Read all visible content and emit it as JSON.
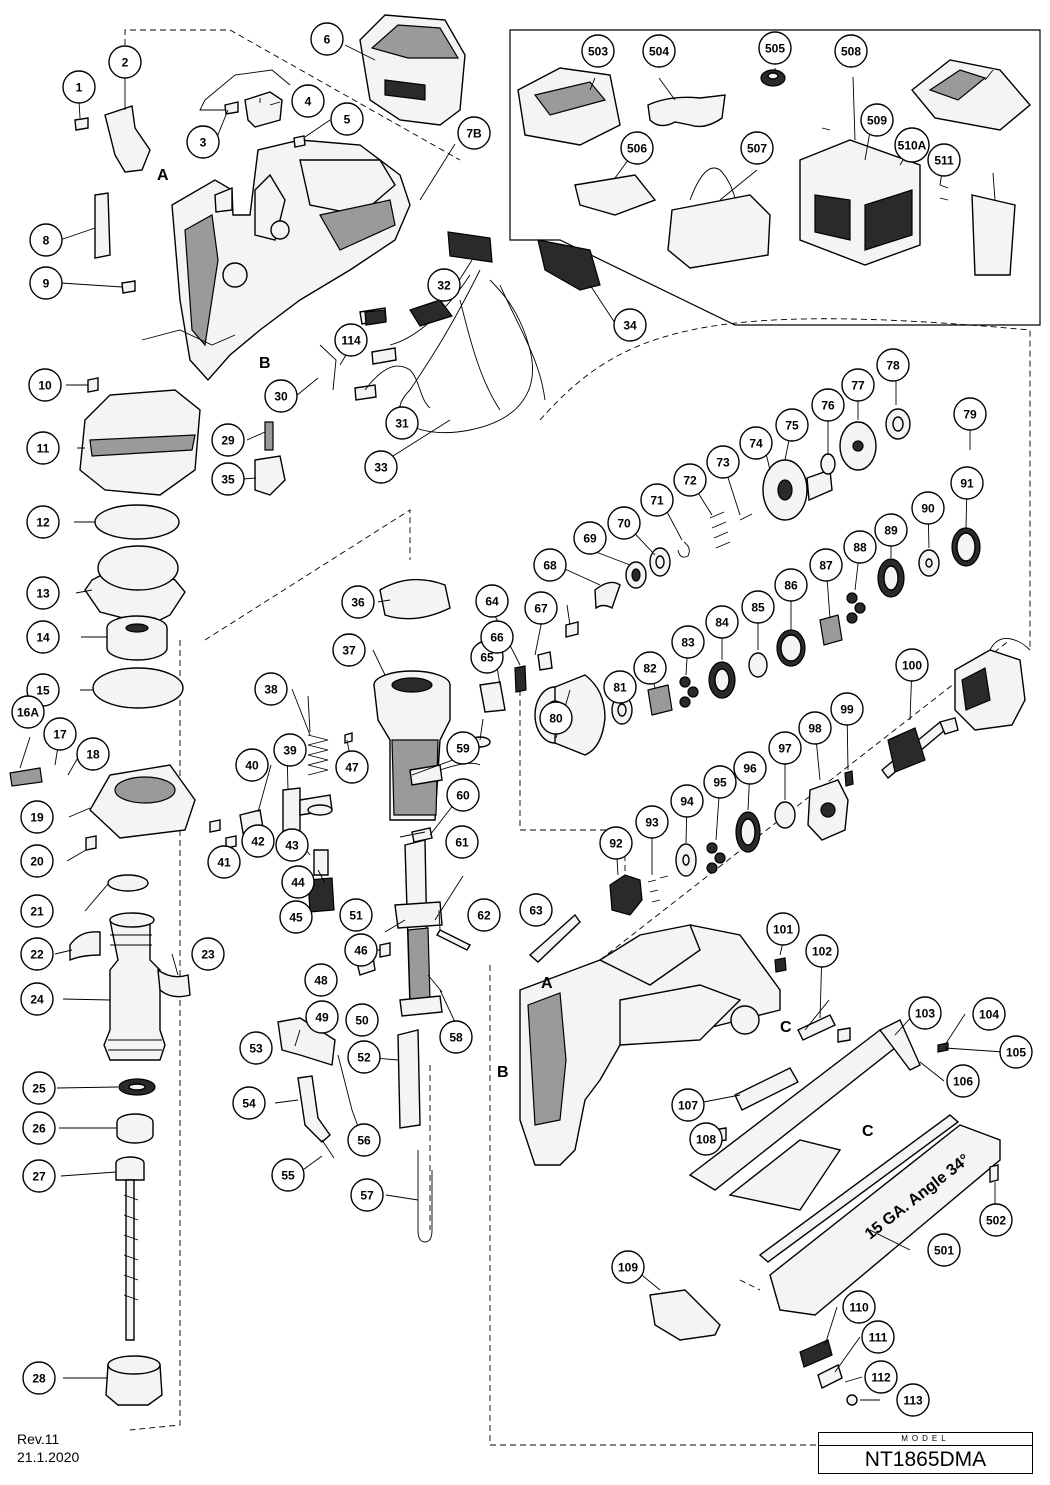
{
  "labels": [
    "1",
    "2",
    "3",
    "4",
    "5",
    "6",
    "7B",
    "8",
    "9",
    "114",
    "30",
    "31",
    "32",
    "33",
    "34",
    "10",
    "11",
    "12",
    "13",
    "14",
    "15",
    "16A",
    "17",
    "18",
    "19",
    "20",
    "21",
    "22",
    "23",
    "24",
    "25",
    "26",
    "27",
    "28",
    "29",
    "35",
    "36",
    "37",
    "38",
    "39",
    "40",
    "41",
    "42",
    "43",
    "44",
    "45",
    "47",
    "46",
    "48",
    "49",
    "50",
    "51",
    "52",
    "53",
    "54",
    "55",
    "56",
    "57",
    "58",
    "59",
    "60",
    "61",
    "62",
    "63",
    "64",
    "65",
    "66",
    "67",
    "68",
    "69",
    "70",
    "71",
    "72",
    "73",
    "74",
    "75",
    "76",
    "77",
    "78",
    "79",
    "80",
    "81",
    "82",
    "83",
    "84",
    "85",
    "86",
    "87",
    "88",
    "89",
    "90",
    "91",
    "92",
    "93",
    "94",
    "95",
    "96",
    "97",
    "98",
    "99",
    "100",
    "101",
    "102",
    "103",
    "104",
    "105",
    "106",
    "107",
    "108",
    "109",
    "110",
    "111",
    "112",
    "113",
    "501",
    "502",
    "503",
    "504",
    "505",
    "506",
    "507",
    "508",
    "509",
    "510A",
    "511"
  ],
  "letters": [
    "A",
    "B",
    "C"
  ],
  "revision": "Rev.11",
  "date": "21.1.2020",
  "model_caption": "MODEL",
  "model_name": "NT1865DMA",
  "magazine_print": "15 GA. Angle 34°"
}
